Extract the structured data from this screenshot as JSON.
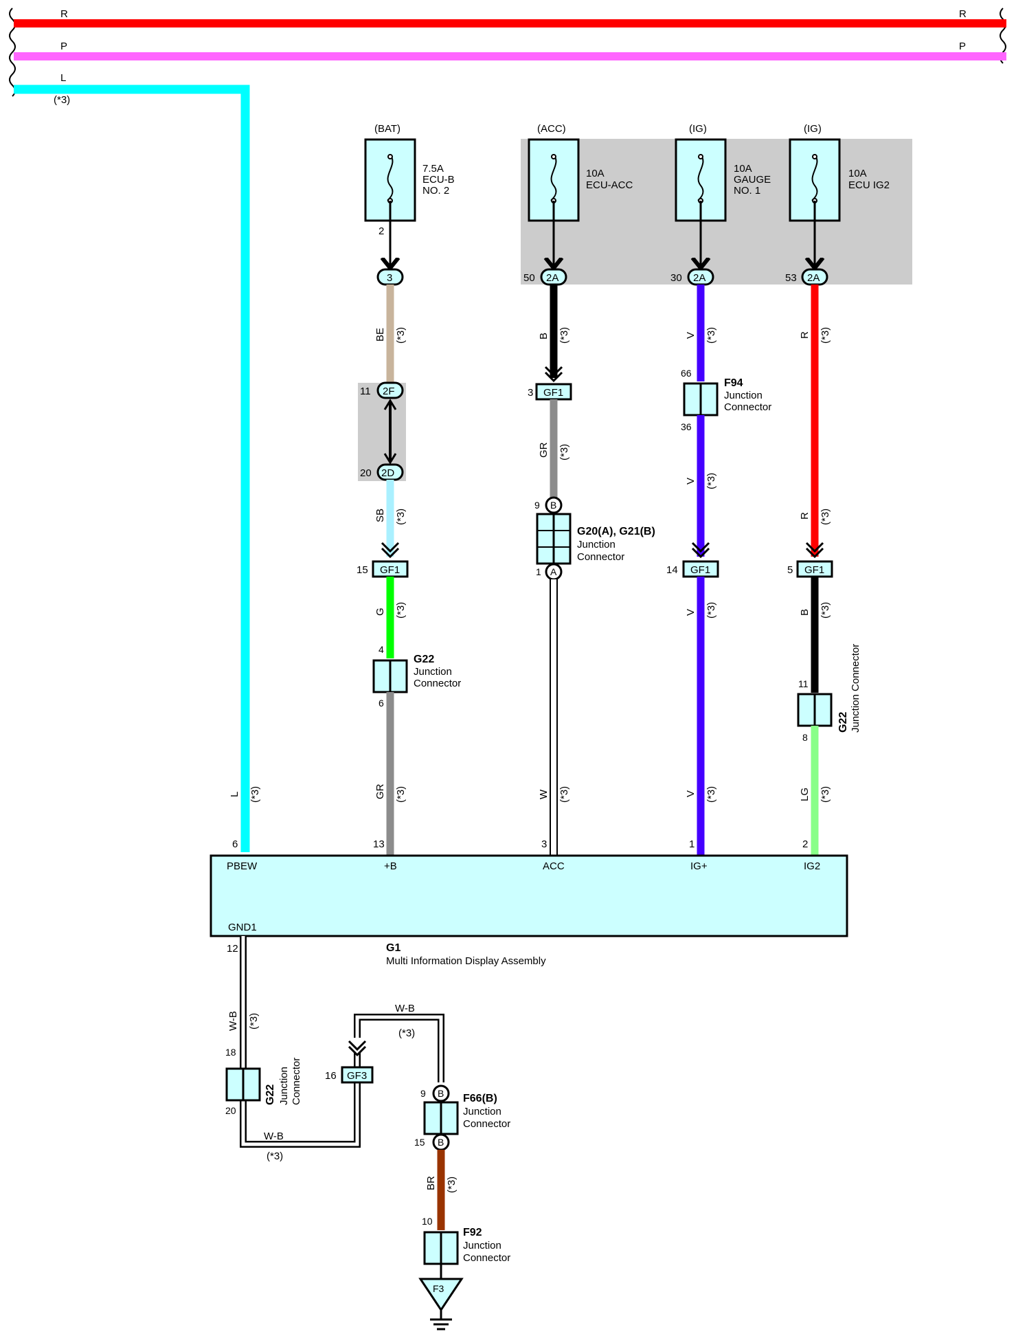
{
  "buses": [
    {
      "label_left": "R",
      "label_right": "R",
      "color": "#ff0000"
    },
    {
      "label_left": "P",
      "label_right": "P",
      "color": "#ff66ff"
    },
    {
      "label_left": "L",
      "note": "(*3)",
      "color": "#00ffff"
    }
  ],
  "fuses": [
    {
      "source": "(BAT)",
      "rating": "7.5A",
      "name": "ECU-B",
      "name2": "NO. 2",
      "pin": "2",
      "connector": "3"
    },
    {
      "source": "(ACC)",
      "rating": "10A",
      "name": "ECU-ACC",
      "name2": "",
      "pin": "50",
      "connector": "2A"
    },
    {
      "source": "(IG)",
      "rating": "10A",
      "name": "GAUGE",
      "name2": "NO. 1",
      "pin": "30",
      "connector": "2A"
    },
    {
      "source": "(IG)",
      "rating": "10A",
      "name": "ECU IG2",
      "name2": "",
      "pin": "53",
      "connector": "2A"
    }
  ],
  "wires": {
    "l_main": {
      "code": "L",
      "note": "(*3)",
      "pin": "6"
    },
    "b_be": {
      "code": "BE",
      "note": "(*3)"
    },
    "b_sb": {
      "code": "SB",
      "note": "(*3)"
    },
    "b_g": {
      "code": "G",
      "note": "(*3)"
    },
    "b_gr": {
      "code": "GR",
      "note": "(*3)",
      "pin": "13"
    },
    "a_b": {
      "code": "B",
      "note": "(*3)"
    },
    "a_gr": {
      "code": "GR",
      "note": "(*3)"
    },
    "a_w": {
      "code": "W",
      "note": "(*3)",
      "pin": "3"
    },
    "g_v1": {
      "code": "V",
      "note": "(*3)"
    },
    "g_v2": {
      "code": "V",
      "note": "(*3)"
    },
    "g_v3": {
      "code": "V",
      "note": "(*3)"
    },
    "g_v4": {
      "code": "V",
      "note": "(*3)",
      "pin": "1"
    },
    "i_r1": {
      "code": "R",
      "note": "(*3)"
    },
    "i_r2": {
      "code": "R",
      "note": "(*3)"
    },
    "i_b": {
      "code": "B",
      "note": "(*3)"
    },
    "i_lg": {
      "code": "LG",
      "note": "(*3)",
      "pin": "2"
    },
    "gnd_wb1": {
      "code": "W-B",
      "note": "(*3)"
    },
    "gnd_wb2": {
      "code": "W-B",
      "note": "(*3)"
    },
    "gnd_wb3": {
      "code": "W-B",
      "note": "(*3)"
    },
    "gnd_br": {
      "code": "BR",
      "note": "(*3)"
    }
  },
  "connectors": {
    "c2f": {
      "label": "2F",
      "pin": "11"
    },
    "c2d": {
      "label": "2D",
      "pin": "20"
    },
    "gf1_b": {
      "label": "GF1",
      "pin": "15"
    },
    "gf1_a": {
      "label": "GF1",
      "pin": "3"
    },
    "gf1_g": {
      "label": "GF1",
      "pin": "14"
    },
    "gf1_i": {
      "label": "GF1",
      "pin": "5"
    },
    "gf3": {
      "label": "GF3",
      "pin": "16"
    },
    "ground": {
      "label": "F3"
    }
  },
  "junctions": {
    "g22_b": {
      "name": "G22",
      "sub1": "Junction",
      "sub2": "Connector",
      "pin_top": "4",
      "pin_bot": "6"
    },
    "g20": {
      "name": "G20(A), G21(B)",
      "sub1": "Junction",
      "sub2": "Connector",
      "pin_top": "9",
      "pin_bot": "1",
      "top_letter": "B",
      "bot_letter": "A"
    },
    "f94": {
      "name": "F94",
      "sub1": "Junction",
      "sub2": "Connector",
      "pin_top": "66",
      "pin_bot": "36"
    },
    "g22_i": {
      "name": "G22",
      "sub": "Junction Connector",
      "pin_top": "11",
      "pin_bot": "8"
    },
    "g22_gnd": {
      "name": "G22",
      "sub1": "Junction",
      "sub2": "Connector",
      "pin_top": "18",
      "pin_bot": "20"
    },
    "f66": {
      "name": "F66(B)",
      "sub1": "Junction",
      "sub2": "Connector",
      "pin_top": "9",
      "pin_bot": "15",
      "top_letter": "B",
      "bot_letter": "B"
    },
    "f92": {
      "name": "F92",
      "sub1": "Junction",
      "sub2": "Connector",
      "pin_top": "10"
    }
  },
  "component": {
    "id": "G1",
    "name": "Multi Information Display Assembly",
    "terminals": [
      "PBEW",
      "+B",
      "ACC",
      "IG+",
      "IG2"
    ],
    "ground_terminal": "GND1",
    "ground_pin": "12"
  },
  "colors": {
    "red": "#ff0000",
    "pink": "#ff66ff",
    "cyan": "#00ffff",
    "beige": "#c8b49c",
    "sky": "#aaf0ff",
    "green": "#00ff00",
    "gray": "#8c8c8c",
    "violet": "#4400ff",
    "lightgreen": "#88ff88",
    "brown": "#993300",
    "panel": "#cccccc",
    "box": "#ccffff"
  }
}
